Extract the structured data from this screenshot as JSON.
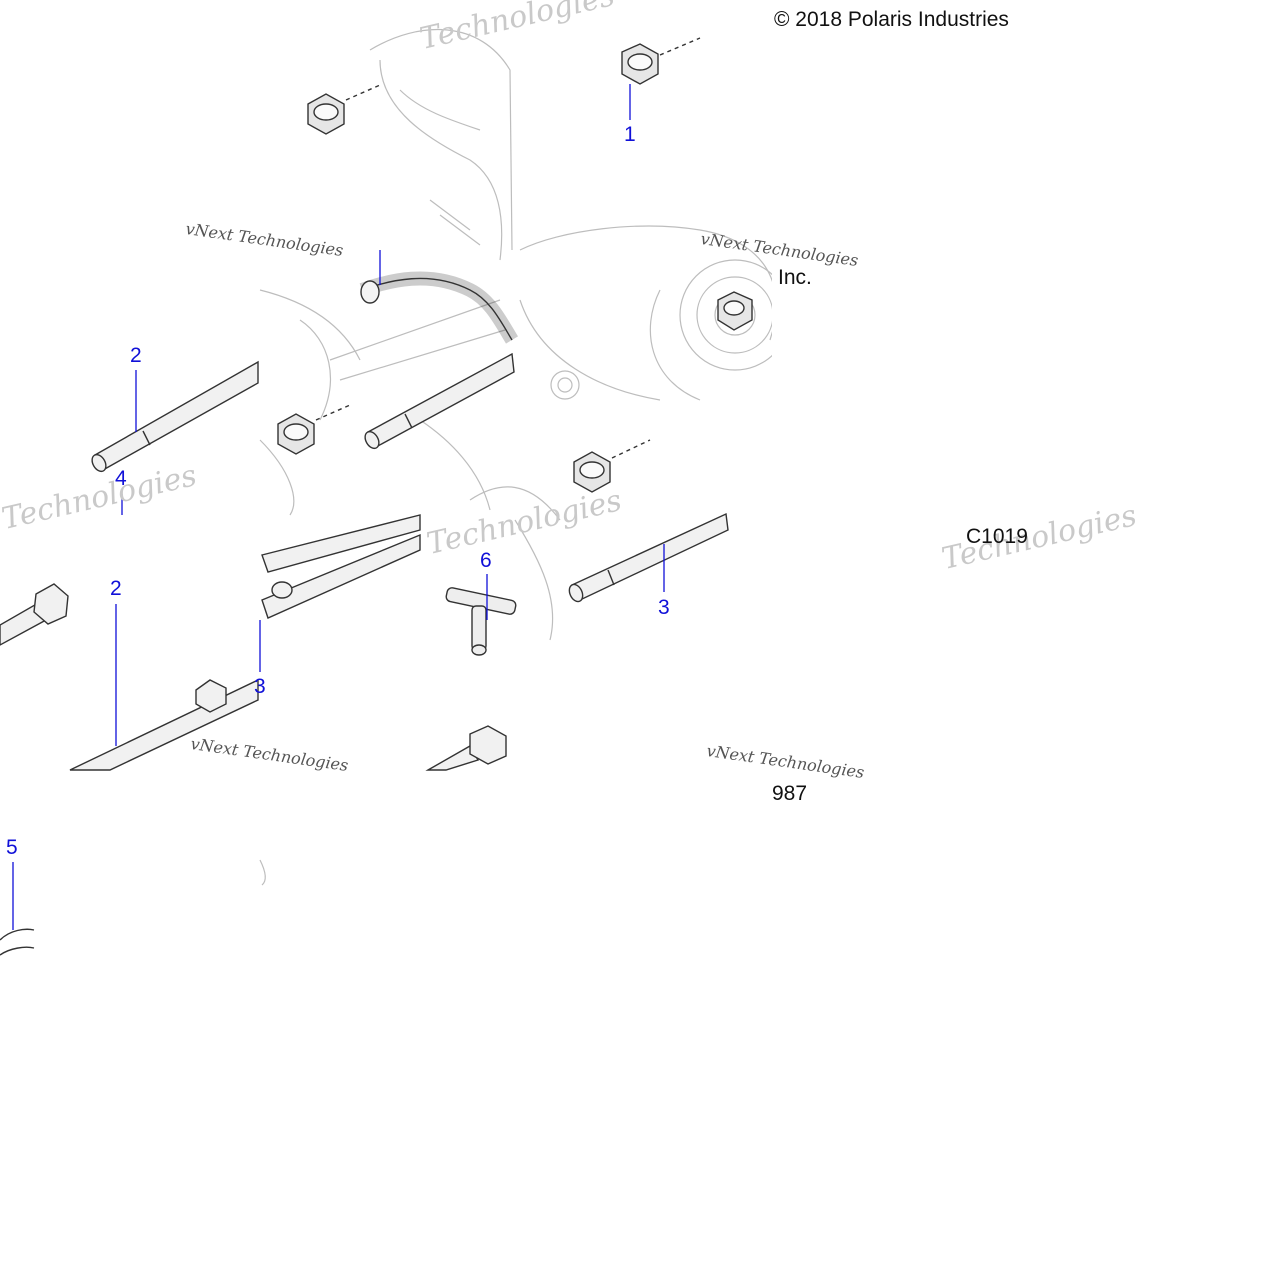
{
  "copyright": "© 2018 Polaris Industries",
  "copyright_suffix": "Inc.",
  "ref_code_a": "C1019",
  "ref_code_b": "987",
  "watermark": {
    "brand_large": "Technologies",
    "brand_small": "vNext Technologies"
  },
  "callouts": {
    "c1": "1",
    "c2a": "2",
    "c2b": "2",
    "c3a": "3",
    "c3b": "3",
    "c4": "4",
    "c5": "5",
    "c6": "6"
  },
  "colors": {
    "callout": "#1010d8",
    "line_art": "#333333",
    "watermark": "#c9c9c9"
  }
}
